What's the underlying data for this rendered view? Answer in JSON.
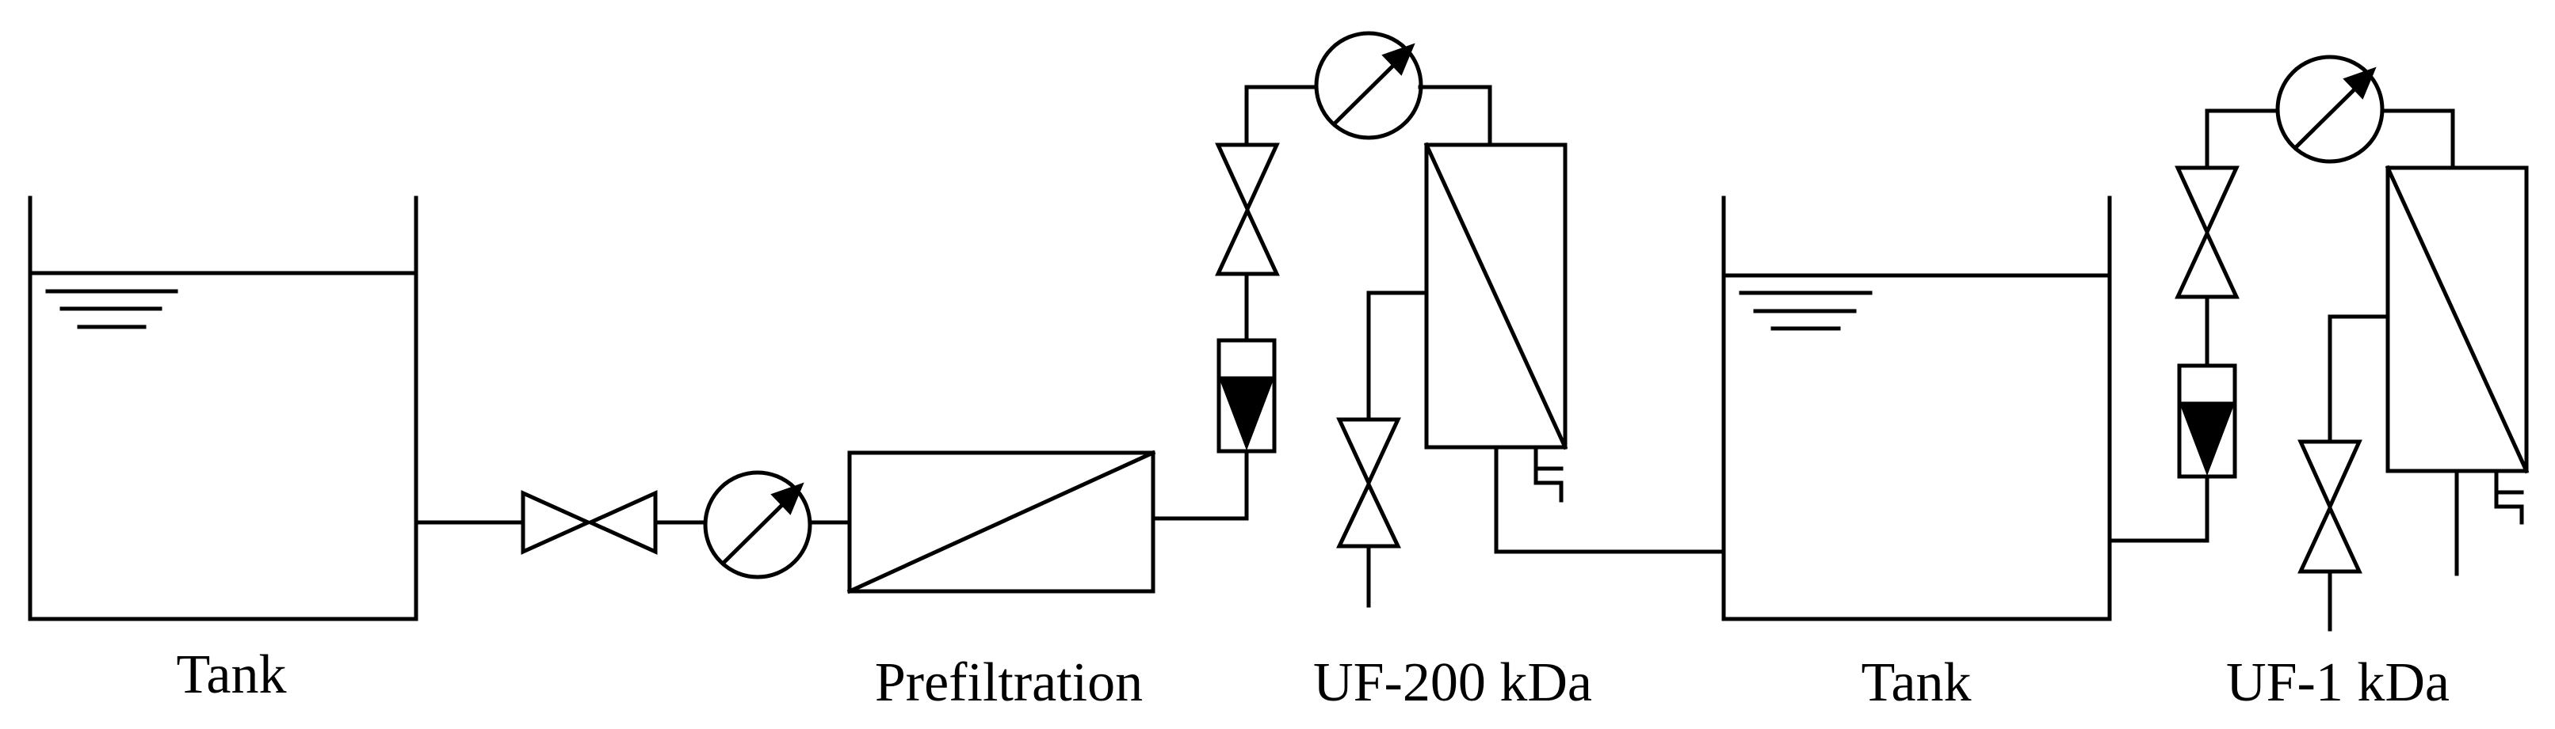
{
  "labels": {
    "tank_1": "Tank",
    "prefiltration": "Prefiltration",
    "uf_200": "UF-200 kDa",
    "tank_2": "Tank",
    "uf_1": "UF-1 kDa"
  },
  "colors": {
    "stroke": "#000000",
    "background": "#ffffff"
  }
}
